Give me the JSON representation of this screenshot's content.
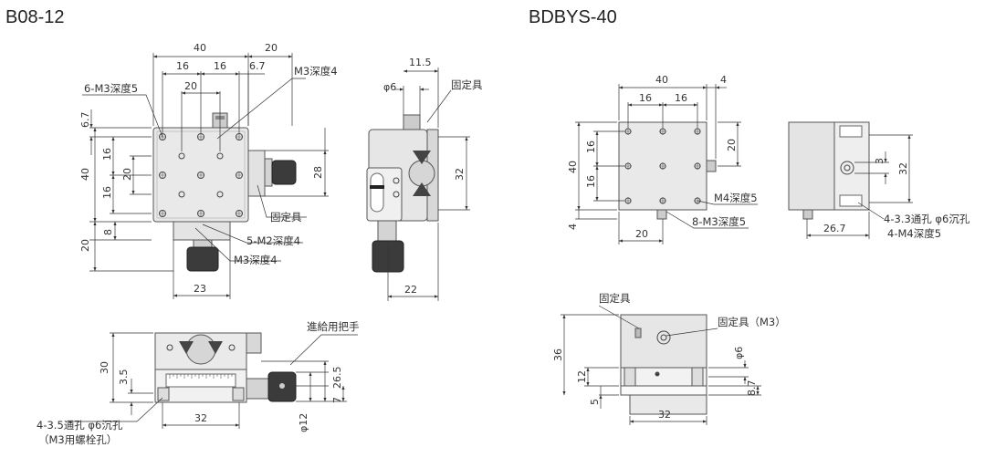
{
  "titles": {
    "left": "B08-12",
    "right": "BDBYS-40"
  },
  "b08": {
    "top": {
      "w40": "40",
      "w20": "20",
      "s16a": "16",
      "s16b": "16",
      "s20": "20",
      "s67": "6.7",
      "v67": "6.7",
      "v40": "40",
      "v16a": "16",
      "v16b": "16",
      "v20in": "20",
      "v28": "28",
      "v8": "8",
      "v20": "20",
      "h23": "23",
      "holes6": "6-M3深度5",
      "m3top": "M3深度4",
      "fix": "固定具",
      "m2": "5-M2深度4",
      "m3bot": "M3深度4"
    },
    "side": {
      "h115": "11.5",
      "phi6": "φ6",
      "fix": "固定具",
      "v32": "32",
      "h22": "22"
    },
    "front": {
      "v30": "30",
      "v35": "3.5",
      "h32": "32",
      "v265": "26.5",
      "v7": "7",
      "phi12": "φ12",
      "feed": "進給用把手",
      "note1": "4-3.5通孔 φ6沉孔",
      "note2": "（M3用螺栓孔）"
    }
  },
  "bdbys": {
    "top": {
      "w40": "40",
      "w4": "4",
      "s16a": "16",
      "s16b": "16",
      "v40": "40",
      "v16a": "16",
      "v16b": "16",
      "v20r": "20",
      "v4": "4",
      "h20": "20",
      "m4": "M4深度5",
      "m3": "8-M3深度5"
    },
    "side": {
      "v3": "3",
      "v32": "32",
      "h267": "26.7",
      "note1": "4-3.3通孔 φ6沉孔",
      "note2": "4-M4深度5"
    },
    "front": {
      "fix": "固定具",
      "fixm3": "固定具（M3）",
      "v36": "36",
      "v12": "12",
      "v5": "5",
      "phi6": "φ6",
      "v87": "8.7",
      "h32": "32"
    }
  }
}
